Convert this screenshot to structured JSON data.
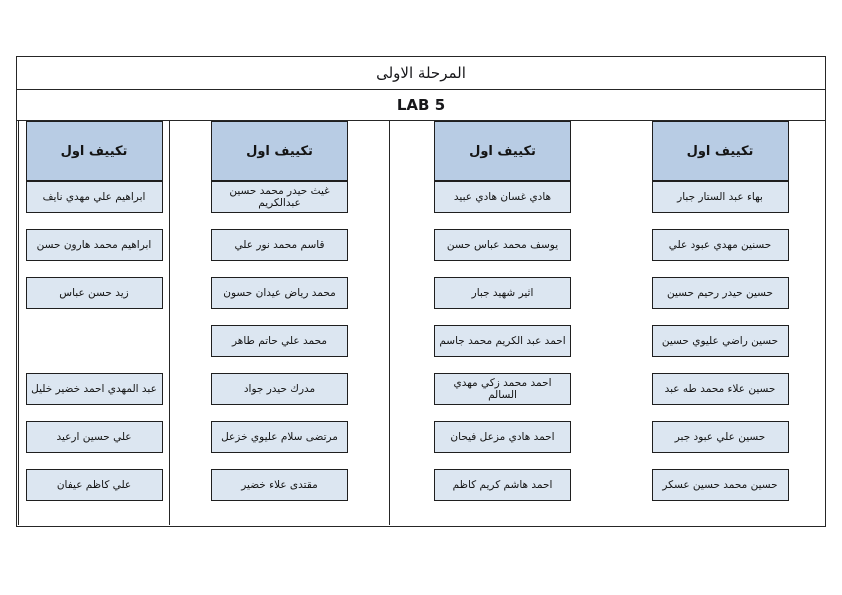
{
  "document": {
    "title": "المرحلة الاولى",
    "subtitle": "LAB 5"
  },
  "colors": {
    "header_fill": "#b8cce4",
    "cell_fill": "#dce6f1",
    "border": "#262626",
    "page_background": "#ffffff",
    "text": "#141414"
  },
  "columns": [
    {
      "header": "تكييف اول",
      "names": [
        "بهاء عبد الستار جبار",
        "حسنين مهدي عبود علي",
        "حسين حيدر رحيم حسين",
        "حسين راضي عليوي حسين",
        "حسين علاء محمد طه عبد",
        "حسين علي عبود جبر",
        "حسين محمد حسين عسكر"
      ]
    },
    {
      "header": "تكييف اول",
      "names": [
        "هادي غسان هادي عبيد",
        "يوسف محمد عباس حسن",
        "اثير شهيد جبار",
        "احمد عبد الكريم محمد جاسم",
        "احمد محمد زكي مهدي السالم",
        "احمد هادي مزعل فيحان",
        "احمد هاشم كريم كاظم"
      ]
    },
    {
      "header": "تكييف اول",
      "names": [
        "غيث حيدر محمد حسين عبدالكريم",
        "قاسم محمد نور علي",
        "محمد رياض عيدان حسون",
        "محمد علي حاتم طاهر",
        "مدرك حيدر جواد",
        "مرتضى سلام عليوي خزعل",
        "مقتدى علاء خضير"
      ]
    },
    {
      "header": "تكييف اول",
      "names": [
        "ابراهيم علي مهدي نايف",
        "ابراهيم محمد هارون حسن",
        "زيد حسن عباس",
        "",
        "عبد المهدي احمد خضير خليل",
        "علي حسين ارعيد",
        "علي كاظم عيفان"
      ]
    }
  ]
}
